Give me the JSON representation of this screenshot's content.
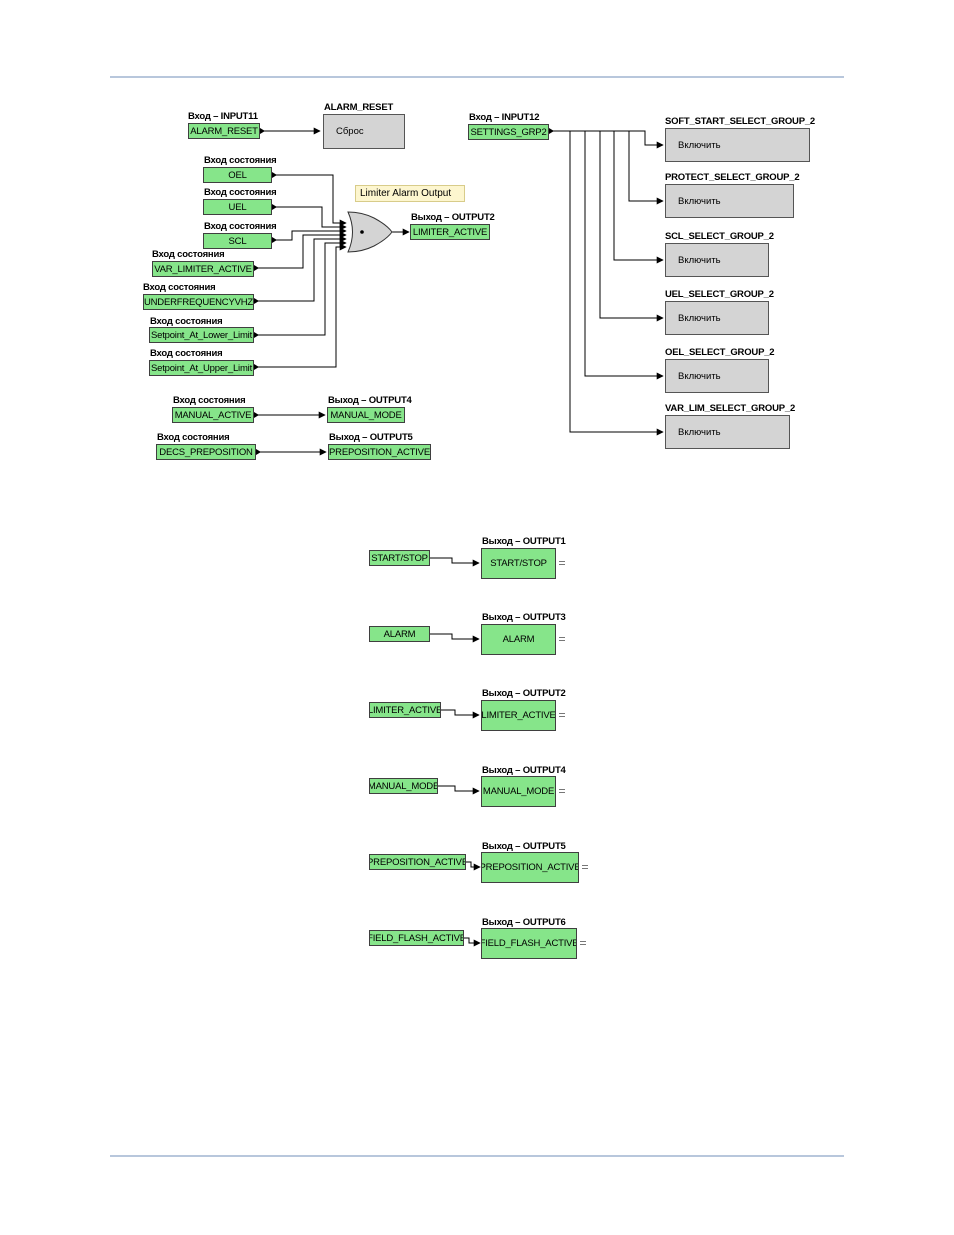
{
  "top_diagram": {
    "input11": {
      "header": "Вход – INPUT11",
      "label": "ALARM_RESET"
    },
    "alarm_reset_block": {
      "header": "ALARM_RESET",
      "label": "Сброс"
    },
    "input12": {
      "header": "Вход – INPUT12",
      "label": "SETTINGS_GRP2"
    },
    "state_header": "Вход состояния",
    "state_inputs": [
      {
        "label": "OEL"
      },
      {
        "label": "UEL"
      },
      {
        "label": "SCL"
      },
      {
        "label": "VAR_LIMITER_ACTIVE"
      },
      {
        "label": "UNDERFREQUENCYVHZ"
      },
      {
        "label": "Setpoint_At_Lower_Limit"
      },
      {
        "label": "Setpoint_At_Upper_Limit"
      },
      {
        "label": "MANUAL_ACTIVE"
      },
      {
        "label": "DECS_PREPOSITION"
      }
    ],
    "tooltip": "Limiter Alarm Output",
    "outputs": [
      {
        "header": "Выход – OUTPUT2",
        "label": "LIMITER_ACTIVE"
      },
      {
        "header": "Выход – OUTPUT4",
        "label": "MANUAL_MODE"
      },
      {
        "header": "Выход – OUTPUT5",
        "label": "PREPOSITION_ACTIVE"
      }
    ],
    "group_blocks": [
      {
        "header": "SOFT_START_SELECT_GROUP_2",
        "label": "Включить"
      },
      {
        "header": "PROTECT_SELECT_GROUP_2",
        "label": "Включить"
      },
      {
        "header": "SCL_SELECT_GROUP_2",
        "label": "Включить"
      },
      {
        "header": "UEL_SELECT_GROUP_2",
        "label": "Включить"
      },
      {
        "header": "OEL_SELECT_GROUP_2",
        "label": "Включить"
      },
      {
        "header": "VAR_LIM_SELECT_GROUP_2",
        "label": "Включить"
      }
    ]
  },
  "bottom_diagram": {
    "rows": [
      {
        "input": "START/STOP",
        "header": "Выход – OUTPUT1",
        "output": "START/STOP"
      },
      {
        "input": "ALARM",
        "header": "Выход – OUTPUT3",
        "output": "ALARM"
      },
      {
        "input": "LIMITER_ACTIVE",
        "header": "Выход – OUTPUT2",
        "output": "LIMITER_ACTIVE"
      },
      {
        "input": "MANUAL_MODE",
        "header": "Выход – OUTPUT4",
        "output": "MANUAL_MODE"
      },
      {
        "input": "PREPOSITION_ACTIVE",
        "header": "Выход – OUTPUT5",
        "output": "PREPOSITION_ACTIVE"
      },
      {
        "input": "FIELD_FLASH_ACTIVE",
        "header": "Выход – OUTPUT6",
        "output": "FIELD_FLASH_ACTIVE"
      }
    ]
  },
  "colors": {
    "logic_block": "#86e58a",
    "function_block": "#d4d4d4",
    "tooltip": "#fdf6cf",
    "rule": "#b8c7dc"
  }
}
